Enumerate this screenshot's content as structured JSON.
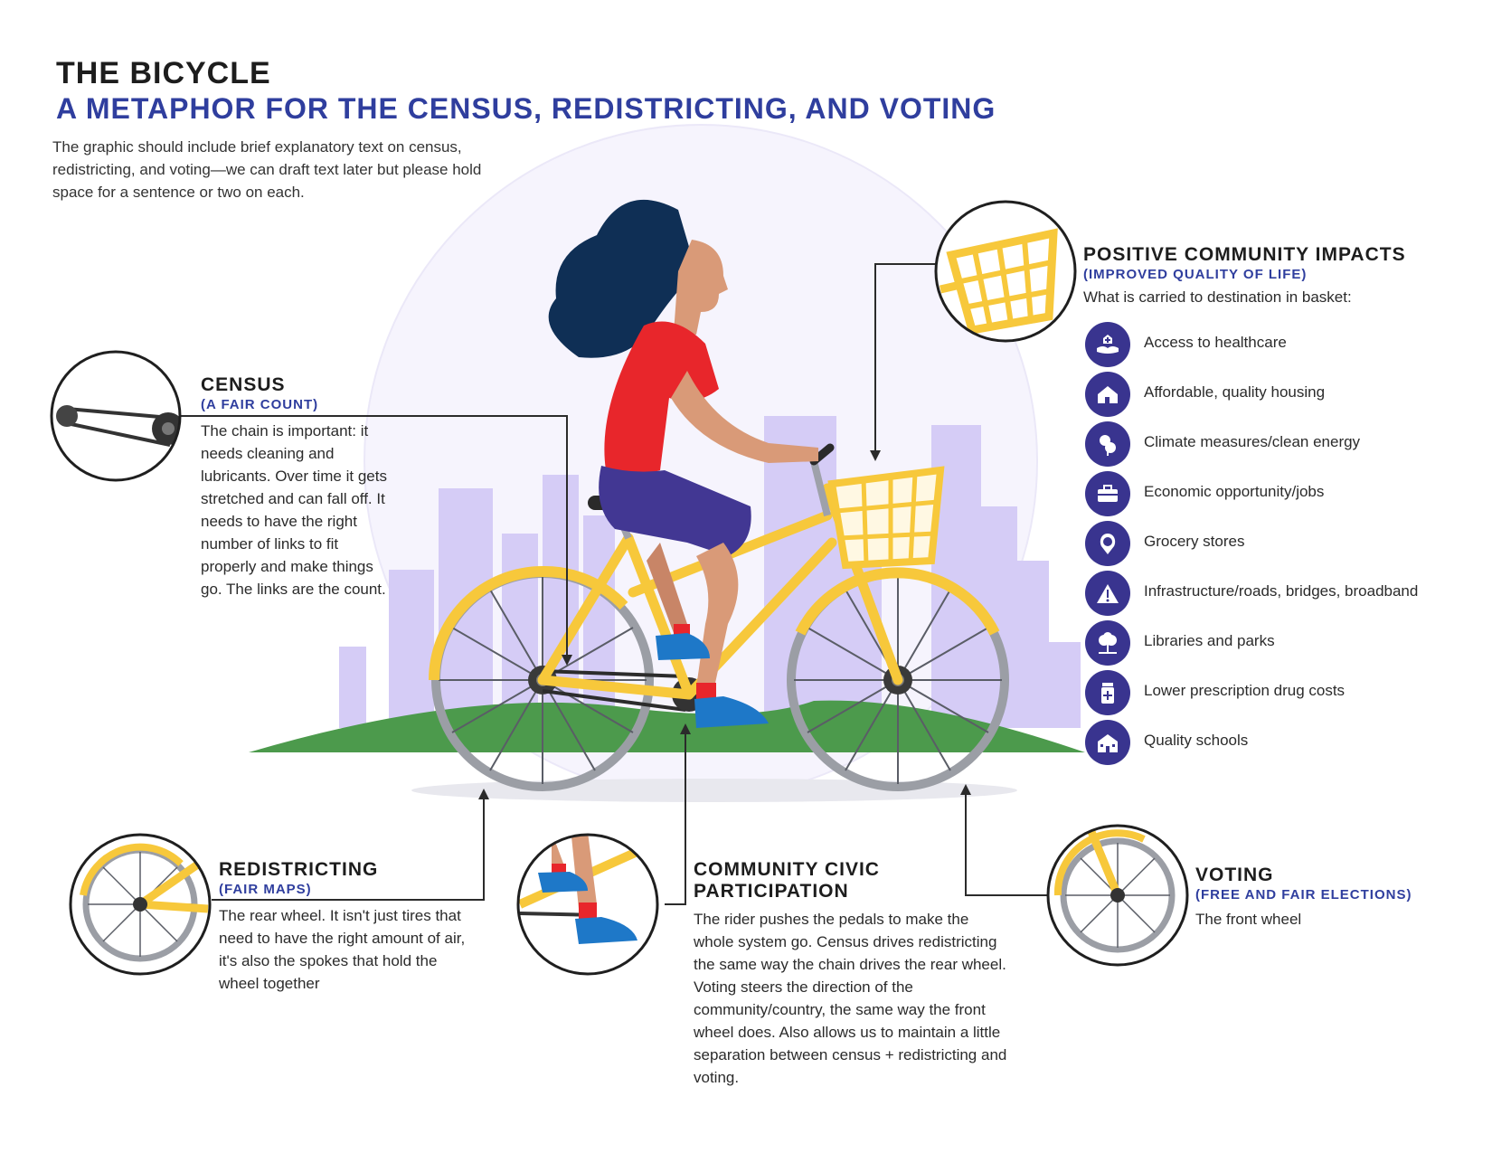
{
  "title": "THE BICYCLE",
  "subtitle": "A METAPHOR FOR THE CENSUS, REDISTRICTING, AND VOTING",
  "intro": "The graphic should include brief explanatory text on census, redistricting, and voting—we can draft text later but please hold space for a sentence or two on each.",
  "census": {
    "title": "CENSUS",
    "subtitle": "(A FAIR COUNT)",
    "body": "The chain is important: it needs cleaning and lubricants.  Over time it gets stretched and can fall off.  It needs to have the right number of links to fit properly and make things go. The links are the count."
  },
  "redistricting": {
    "title": "REDISTRICTING",
    "subtitle": "(FAIR MAPS)",
    "body": "The rear wheel. It isn't just tires that need to have the right amount of air, it's also the spokes that hold the wheel together"
  },
  "civic": {
    "title_line1": "COMMUNITY CIVIC",
    "title_line2": "PARTICIPATION",
    "body": "The rider pushes the pedals to make the whole system go. Census drives redistricting the same way the chain drives the rear wheel.  Voting steers the direction of the community/country, the same way the front wheel does. Also allows us to maintain a little separation between census + redistricting and voting."
  },
  "voting": {
    "title": "VOTING",
    "subtitle": "(FREE AND FAIR ELECTIONS)",
    "body": "The front wheel"
  },
  "impacts": {
    "title": "POSITIVE COMMUNITY IMPACTS",
    "subtitle": "(IMPROVED QUALITY OF LIFE)",
    "lead": "What is carried to destination in basket:",
    "items": [
      {
        "label": "Access to healthcare",
        "icon": "healthcare-icon"
      },
      {
        "label": "Affordable, quality housing",
        "icon": "housing-icon"
      },
      {
        "label": "Climate measures/clean energy",
        "icon": "clean-energy-icon"
      },
      {
        "label": "Economic opportunity/jobs",
        "icon": "jobs-icon"
      },
      {
        "label": "Grocery stores",
        "icon": "grocery-icon"
      },
      {
        "label": "Infrastructure/roads, bridges, broadband",
        "icon": "infrastructure-icon"
      },
      {
        "label": "Libraries and parks",
        "icon": "parks-icon"
      },
      {
        "label": "Lower prescription drug costs",
        "icon": "prescription-icon"
      },
      {
        "label": "Quality schools",
        "icon": "school-icon"
      }
    ]
  },
  "colors": {
    "accent_blue": "#2f3e9e",
    "icon_purple": "#39348f",
    "bike_yellow": "#f7c83b",
    "skyline_lilac": "#d4ccf5",
    "grass_green": "#4a9a4a",
    "shirt_red": "#e8262b",
    "shorts_purple": "#423793",
    "hair_navy": "#0f2f55",
    "skin": "#d99a78"
  }
}
